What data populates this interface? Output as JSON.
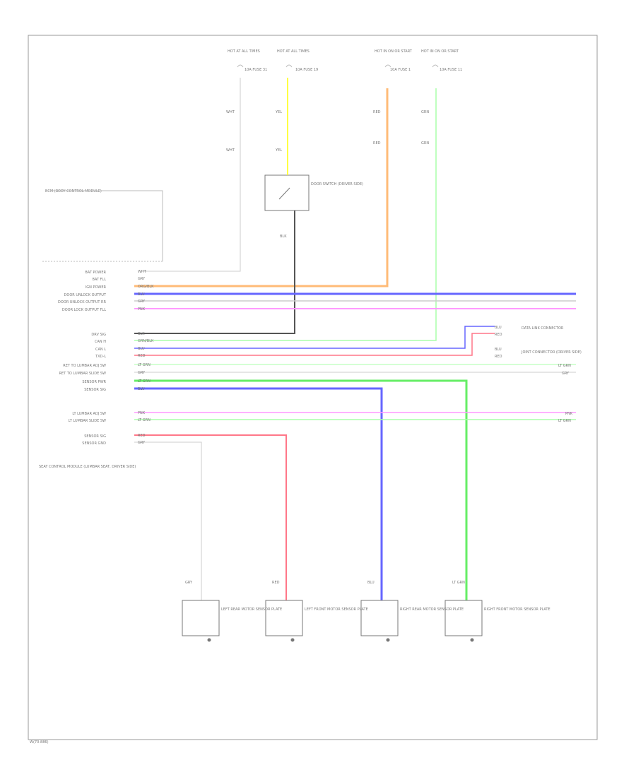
{
  "diagram": {
    "footer_code": "W(70-886)",
    "colors": {
      "orange": "#ffbb77",
      "yellow": "#ffff44",
      "green": "#aaffaa",
      "blue": "#6666ff",
      "pink": "#ff99ff",
      "red": "#ff7788",
      "lightgreen": "#66ee66",
      "gray": "#cccccc",
      "dark": "#555555"
    },
    "top_sources": [
      {
        "label": "HOT AT ALL TIMES"
      },
      {
        "label": "HOT AT ALL TIMES"
      },
      {
        "label": "HOT IN ON OR START"
      },
      {
        "label": "HOT IN ON OR START"
      }
    ],
    "top_fuse_notes": [
      "10A FUSE 31",
      "10A FUSE 19",
      "10A FUSE 1",
      "10A FUSE 11"
    ],
    "top_wire_colors": [
      "WHT",
      "YEL",
      "RED",
      "GRN",
      "WHT",
      "YEL",
      "RED",
      "GRN"
    ],
    "switch_box": {
      "label": "DOOR SWITCH (DRIVER SIDE)",
      "wire": "BLK"
    },
    "bcm_label": "BCM (BODY CONTROL MODULE)",
    "module_label": "SEAT CONTROL MODULE (LUMBAR SEAT, DRIVER SIDE)",
    "rows_group1": [
      {
        "label": "BAT POWER",
        "wire": "WHT"
      },
      {
        "label": "BAT FLL",
        "wire": "GRY"
      },
      {
        "label": "IGN POWER",
        "wire": "ORG/BLK"
      },
      {
        "label": "DOOR UNLOCK OUTPUT",
        "wire": "BLU"
      },
      {
        "label": "DOOR UNLOCK OUTPUT RR",
        "wire": "GRY"
      },
      {
        "label": "DOOR LOCK OUTPUT FLL",
        "wire": "PNK"
      }
    ],
    "rows_group2": [
      {
        "label": "DRV SIG",
        "wire": "BLK"
      },
      {
        "label": "CAN H",
        "wire": "GRN/BLK"
      },
      {
        "label": "CAN L",
        "wire": "BLU"
      },
      {
        "label": "TXD-L",
        "wire": "RED"
      },
      {
        "label": "RET TO LUMBAR ADJ SW",
        "wire": "LT GRN"
      },
      {
        "label": "RET TO LUMBAR SLIDE SW",
        "wire": "GRY"
      },
      {
        "label": "SENSOR PWR",
        "wire": "LT GRN"
      },
      {
        "label": "SENSOR SIG",
        "wire": "BLU"
      }
    ],
    "rows_group3": [
      {
        "label": "LT LUMBAR ADJ SW",
        "wire": "PNK"
      },
      {
        "label": "LT LUMBAR SLIDE SW",
        "wire": "LT GRN"
      }
    ],
    "rows_group4": [
      {
        "label": "SENSOR SIG",
        "wire": "RED"
      },
      {
        "label": "SENSOR GND",
        "wire": "GRY"
      }
    ],
    "right_labels": [
      "DATA LINK CONNECTOR",
      "JOINT CONNECTOR (DRIVER SIDE)"
    ],
    "right_wires": [
      "BLU",
      "RED",
      "BLU",
      "RED",
      "LT GRN",
      "GRY",
      "PNK",
      "LT GRN"
    ],
    "bottom_wire_labels": [
      "GRY",
      "RED",
      "BLU",
      "LT GRN"
    ],
    "motors": [
      {
        "label": "LEFT REAR MOTOR SENSOR PLATE"
      },
      {
        "label": "LEFT FRONT MOTOR SENSOR PLATE"
      },
      {
        "label": "RIGHT REAR MOTOR SENSOR PLATE"
      },
      {
        "label": "RIGHT FRONT MOTOR SENSOR PLATE"
      }
    ]
  }
}
